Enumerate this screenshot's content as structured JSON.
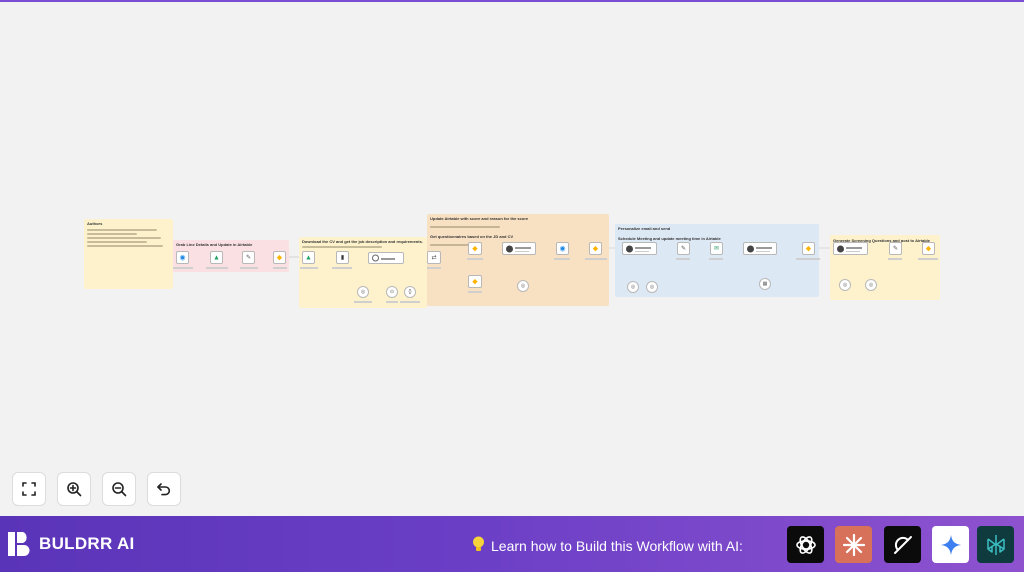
{
  "canvas": {
    "stickies": [
      {
        "title": "Authors",
        "color": "#fdf2cc"
      },
      {
        "title": "Grab Line Details and Update in Airtable",
        "color": "#fbe0e3"
      },
      {
        "title": "Download the CV and get the job description and requirements.",
        "color": "#fdf2cc"
      },
      {
        "title": "Update Airtable with score and reason for the score",
        "subtitle": "Get questionnaires based on the JD and CV",
        "color": "#f8e0c3"
      },
      {
        "title": "Personalize email and send",
        "subtitle": "Schedule Meeting and update meeting time in Airtable",
        "color": "#dde8f5"
      },
      {
        "title": "Generate Screening Questions and post to Airtable",
        "color": "#fdf2cc"
      }
    ]
  },
  "controls": {
    "fit_label": "Fit view",
    "zoom_in_label": "Zoom in",
    "zoom_out_label": "Zoom out",
    "reset_label": "Reset"
  },
  "footer": {
    "brand": "BULDRR AI",
    "learn_text": "Learn how to Build this Workflow with AI:",
    "ai_tools": [
      {
        "name": "ChatGPT",
        "bg": "#0b0b0b",
        "icon": "openai-icon"
      },
      {
        "name": "Claude",
        "bg": "#d8715a",
        "icon": "claude-icon"
      },
      {
        "name": "Grok",
        "bg": "#0b0b0b",
        "icon": "grok-icon"
      },
      {
        "name": "Gemini",
        "bg": "#ffffff",
        "icon": "gemini-icon"
      },
      {
        "name": "Perplexity",
        "bg": "#0f3b3f",
        "icon": "perplexity-icon"
      }
    ]
  },
  "colors": {
    "accent": "#6a3fc6",
    "node_border": "#b8b8b8",
    "edge": "#bdbdbd"
  }
}
